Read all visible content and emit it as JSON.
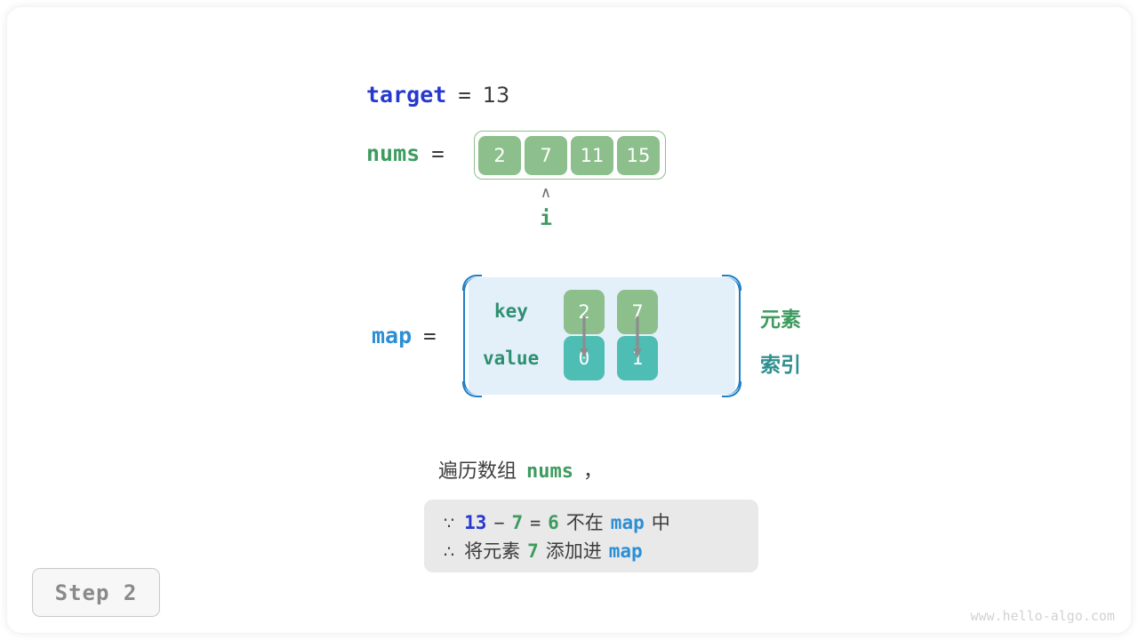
{
  "colors": {
    "target_blue": "#2738cf",
    "map_blue": "#2c8fd6",
    "green": "#3e9b5f",
    "cell_green": "#8cbf8c",
    "cell_teal": "#4ebdb4",
    "map_bg": "#e3f0fa",
    "map_border": "#1f7ec4",
    "note_bg": "#e9e9e9",
    "text_dark": "#3c3c3c",
    "badge_text": "#8a8a8a"
  },
  "target": {
    "name": "target",
    "equals": "=",
    "value": "13"
  },
  "nums": {
    "name": "nums",
    "equals": "=",
    "cells": [
      "2",
      "7",
      "11",
      "15"
    ]
  },
  "pointer": {
    "caret": "∧",
    "label": "i",
    "index": 1
  },
  "map": {
    "name": "map",
    "equals": "=",
    "row_labels": {
      "key": "key",
      "value": "value"
    },
    "entries": [
      {
        "key": "2",
        "value": "0"
      },
      {
        "key": "7",
        "value": "1"
      }
    ],
    "legend": {
      "key_legend": "元素",
      "value_legend": "索引"
    }
  },
  "caption": {
    "text_before": "遍历数组",
    "code": "nums",
    "text_after": "，"
  },
  "note": {
    "line1": {
      "symbol": "∵",
      "a": "13",
      "minus": "−",
      "b": "7",
      "eq": "=",
      "result": "6",
      "mid": "不在",
      "target": "map",
      "tail": "中"
    },
    "line2": {
      "symbol": "∴",
      "lead": "将元素",
      "element": "7",
      "mid": "添加进",
      "target": "map"
    }
  },
  "step_badge": {
    "label": "Step 2"
  },
  "watermark": {
    "text": "www.hello-algo.com"
  }
}
